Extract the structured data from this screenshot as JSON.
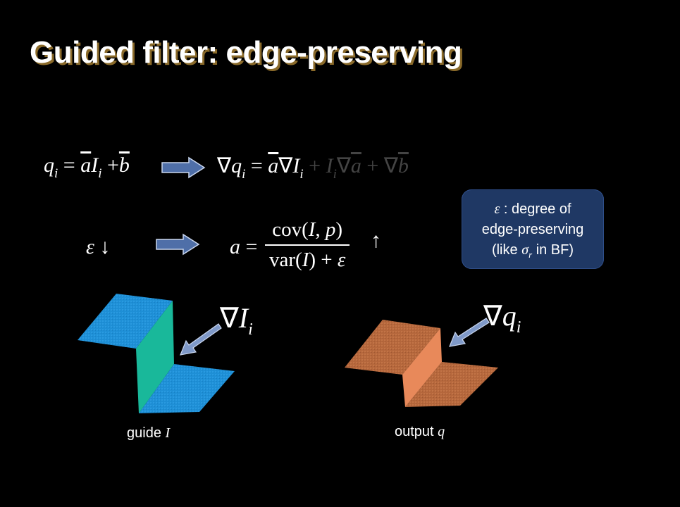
{
  "slide": {
    "title": "Guided filter: edge-preserving",
    "callout": {
      "line1_suffix": ": degree of",
      "line2": "edge-preserving",
      "line3_prefix": "(like",
      "line3_suffix": "in BF)"
    },
    "captions": {
      "guide_label": "guide",
      "guide_var": "I",
      "output_label": "output",
      "output_var": "q"
    },
    "colors": {
      "background": "#000000",
      "title_shadow": "#8a6a2a",
      "callout_fill": "#1f3864",
      "arrow_fill": "#4f6fa8",
      "guide_surface": "#1e8fd6",
      "guide_wall": "#19b89a",
      "output_surface": "#b5673c",
      "output_wall": "#e8895a"
    }
  }
}
